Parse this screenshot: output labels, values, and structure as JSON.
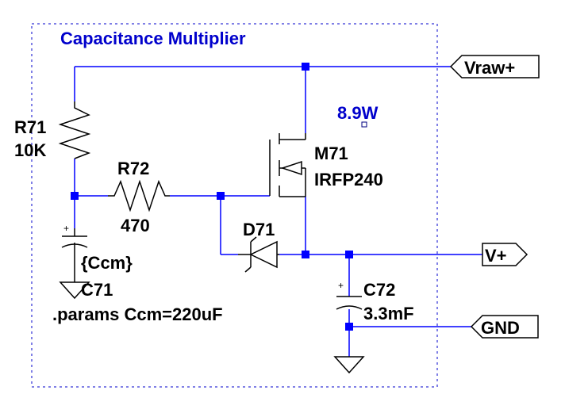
{
  "title": "Capacitance Multiplier",
  "power": "8.9W",
  "nets": {
    "vraw": "Vraw+",
    "vplus": "V+",
    "gnd": "GND"
  },
  "components": {
    "r71": {
      "ref": "R71",
      "value": "10K"
    },
    "r72": {
      "ref": "R72",
      "value": "470"
    },
    "m71": {
      "ref": "M71",
      "value": "IRFP240"
    },
    "d71": {
      "ref": "D71"
    },
    "c71": {
      "ref": "C71",
      "value": "{Ccm}"
    },
    "c72": {
      "ref": "C72",
      "value": "3.3mF"
    }
  },
  "directive": ".params Ccm=220uF",
  "polarity_mark": "+",
  "colors": {
    "wire": "#0000ff",
    "component": "#000000",
    "title_text": "#0000cc",
    "frame": "#0000cc",
    "background": "#ffffff"
  }
}
